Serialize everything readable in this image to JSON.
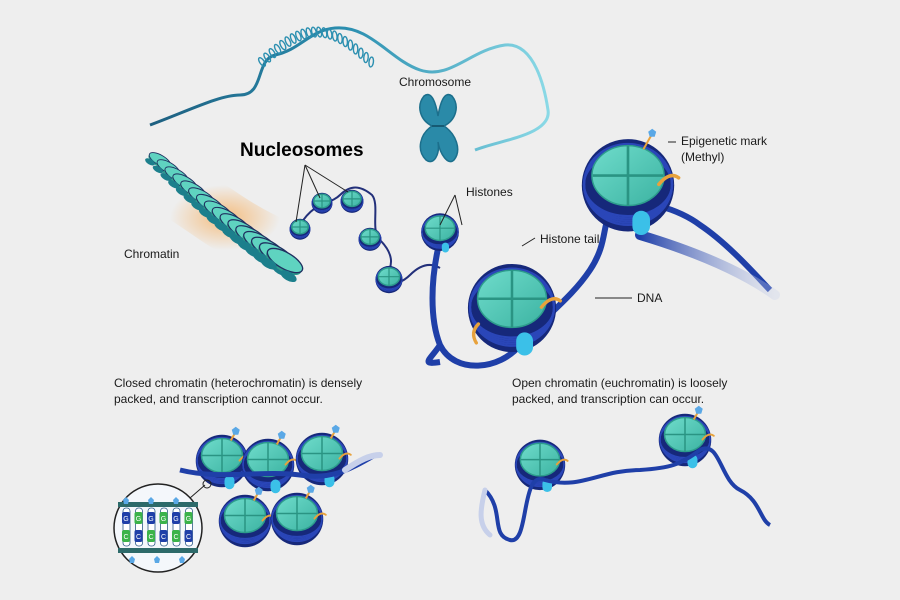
{
  "labels": {
    "nucleosomes": "Nucleosomes",
    "chromosome": "Chromosome",
    "chromatin": "Chromatin",
    "histones": "Histones",
    "histone_tail": "Histone tail",
    "dna": "DNA",
    "epigenetic_mark_line1": "Epigenetic mark",
    "epigenetic_mark_line2": "(Methyl)"
  },
  "captions": {
    "closed_line1": "Closed chromatin (heterochromatin) is densely",
    "closed_line2": "packed, and transcription cannot occur.",
    "open_line1": "Open chromatin (euchromatin) is loosely",
    "open_line2": "packed, and transcription can occur."
  },
  "inset_letters": [
    "G",
    "C",
    "G",
    "C",
    "G",
    "C",
    "G",
    "C",
    "G",
    "C",
    "G",
    "C"
  ],
  "colors": {
    "background": "#eeeeee",
    "histone_face": "#4ec9b5",
    "histone_edge": "#2d9c8c",
    "dna_blue": "#1f3fa8",
    "dna_light": "#9fb0dd",
    "cyan_protein": "#3bc0e8",
    "methyl_mark": "#5aa8e6",
    "histone_tail": "#e8a23c",
    "chromatin_glow": "#f2b36b",
    "chromosome": "#2a8aa8"
  }
}
